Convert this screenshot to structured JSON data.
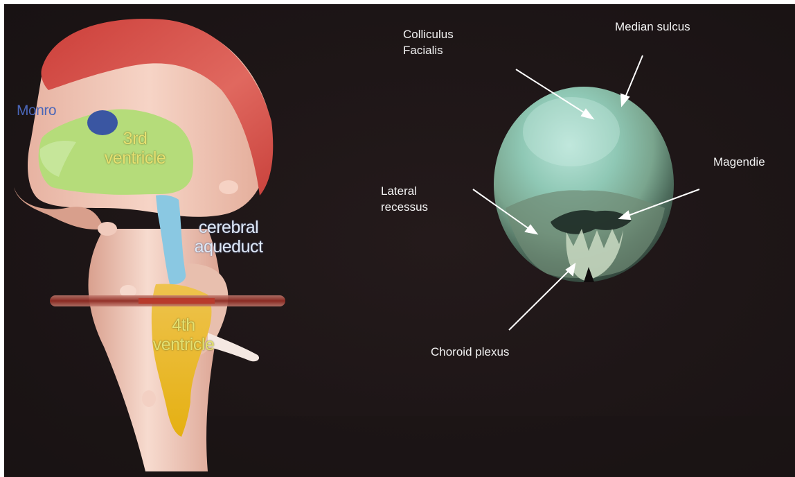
{
  "left_panel": {
    "labels": {
      "monro": "Monro",
      "third_ventricle": [
        "3rd",
        "ventricle"
      ],
      "aqueduct": [
        "cerebral",
        "aqueduct"
      ],
      "fourth_ventricle": [
        "4th",
        "ventricle"
      ]
    }
  },
  "right_panel": {
    "labels": {
      "colliculus": [
        "Colliculus",
        "Facialis"
      ],
      "median_sulcus": "Median sulcus",
      "magendie": "Magendie",
      "lateral_recessus": [
        "Lateral",
        "recessus"
      ],
      "choroid_plexus": "Choroid plexus"
    }
  },
  "colors": {
    "background": "#1e1617",
    "monro": "#3a56a2",
    "third_ventricle": "#b5dc7a",
    "aqueduct": "#8ac8e2",
    "fourth_ventricle": "#e6bc2e",
    "cut_line": "#b83a2c"
  }
}
